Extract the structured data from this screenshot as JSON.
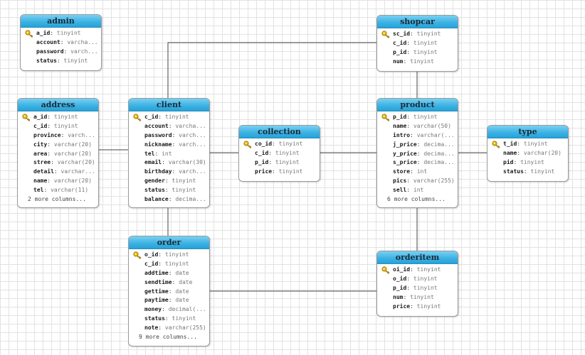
{
  "tables": [
    {
      "id": "admin",
      "name": "admin",
      "columns": [
        {
          "name": "a_id",
          "type": "tinyint",
          "pk": true
        },
        {
          "name": "account",
          "type": "varcha..."
        },
        {
          "name": "password",
          "type": "varch..."
        },
        {
          "name": "status",
          "type": "tinyint"
        }
      ]
    },
    {
      "id": "shopcar",
      "name": "shopcar",
      "columns": [
        {
          "name": "sc_id",
          "type": "tinyint",
          "pk": true
        },
        {
          "name": "c_id",
          "type": "tinyint"
        },
        {
          "name": "p_id",
          "type": "tinyint"
        },
        {
          "name": "num",
          "type": "tinyint"
        }
      ]
    },
    {
      "id": "address",
      "name": "address",
      "columns": [
        {
          "name": "a_id",
          "type": "tinyint",
          "pk": true
        },
        {
          "name": "c_id",
          "type": "tinyint"
        },
        {
          "name": "province",
          "type": "varch..."
        },
        {
          "name": "city",
          "type": "varchar(20)"
        },
        {
          "name": "area",
          "type": "varchar(20)"
        },
        {
          "name": "stree",
          "type": "varchar(20)"
        },
        {
          "name": "detail",
          "type": "varchar..."
        },
        {
          "name": "name",
          "type": "varchar(20)"
        },
        {
          "name": "tel",
          "type": "varchar(11)"
        }
      ],
      "more": "2 more columns..."
    },
    {
      "id": "client",
      "name": "client",
      "columns": [
        {
          "name": "c_id",
          "type": "tinyint",
          "pk": true
        },
        {
          "name": "account",
          "type": "varcha..."
        },
        {
          "name": "password",
          "type": "varch..."
        },
        {
          "name": "nickname",
          "type": "varch..."
        },
        {
          "name": "tel",
          "type": "int"
        },
        {
          "name": "email",
          "type": "varchar(30)"
        },
        {
          "name": "birthday",
          "type": "varch..."
        },
        {
          "name": "gender",
          "type": "tinyint"
        },
        {
          "name": "status",
          "type": "tinyint"
        },
        {
          "name": "balance",
          "type": "decima..."
        }
      ]
    },
    {
      "id": "collection",
      "name": "collection",
      "columns": [
        {
          "name": "co_id",
          "type": "tinyint",
          "pk": true
        },
        {
          "name": "c_id",
          "type": "tinyint"
        },
        {
          "name": "p_id",
          "type": "tinyint"
        },
        {
          "name": "price",
          "type": "tinyint"
        }
      ]
    },
    {
      "id": "product",
      "name": "product",
      "columns": [
        {
          "name": "p_id",
          "type": "tinyint",
          "pk": true
        },
        {
          "name": "name",
          "type": "varchar(50)"
        },
        {
          "name": "intro",
          "type": "varchar(..."
        },
        {
          "name": "j_price",
          "type": "decima..."
        },
        {
          "name": "y_price",
          "type": "decima..."
        },
        {
          "name": "s_price",
          "type": "decima..."
        },
        {
          "name": "store",
          "type": "int"
        },
        {
          "name": "pics",
          "type": "varchar(255)"
        },
        {
          "name": "sell",
          "type": "int"
        }
      ],
      "more": "6 more columns..."
    },
    {
      "id": "type",
      "name": "type",
      "columns": [
        {
          "name": "t_id",
          "type": "tinyint",
          "pk": true
        },
        {
          "name": "name",
          "type": "varchar(20)"
        },
        {
          "name": "pid",
          "type": "tinyint"
        },
        {
          "name": "status",
          "type": "tinyint"
        }
      ]
    },
    {
      "id": "order",
      "name": "order",
      "columns": [
        {
          "name": "o_id",
          "type": "tinyint",
          "pk": true
        },
        {
          "name": "c_id",
          "type": "tinyint"
        },
        {
          "name": "addtime",
          "type": "date"
        },
        {
          "name": "sendtime",
          "type": "date"
        },
        {
          "name": "gettime",
          "type": "date"
        },
        {
          "name": "paytime",
          "type": "date"
        },
        {
          "name": "money",
          "type": "decimal(..."
        },
        {
          "name": "status",
          "type": "tinyint"
        },
        {
          "name": "note",
          "type": "varchar(255)"
        }
      ],
      "more": "9 more columns..."
    },
    {
      "id": "orderitem",
      "name": "orderitem",
      "columns": [
        {
          "name": "oi_id",
          "type": "tinyint",
          "pk": true
        },
        {
          "name": "o_id",
          "type": "tinyint"
        },
        {
          "name": "p_id",
          "type": "tinyint"
        },
        {
          "name": "num",
          "type": "tinyint"
        },
        {
          "name": "price",
          "type": "tinyint"
        }
      ]
    }
  ],
  "relationships": [
    {
      "from": "client",
      "to": "shopcar"
    },
    {
      "from": "shopcar",
      "to": "product"
    },
    {
      "from": "address",
      "to": "client"
    },
    {
      "from": "client",
      "to": "collection"
    },
    {
      "from": "collection",
      "to": "product"
    },
    {
      "from": "product",
      "to": "type"
    },
    {
      "from": "client",
      "to": "order"
    },
    {
      "from": "product",
      "to": "orderitem"
    },
    {
      "from": "order",
      "to": "orderitem"
    }
  ],
  "colors": {
    "header_top": "#79d0f2",
    "header_bottom": "#25a2d8",
    "key_icon": "#e8b90c",
    "line": "#444444"
  }
}
